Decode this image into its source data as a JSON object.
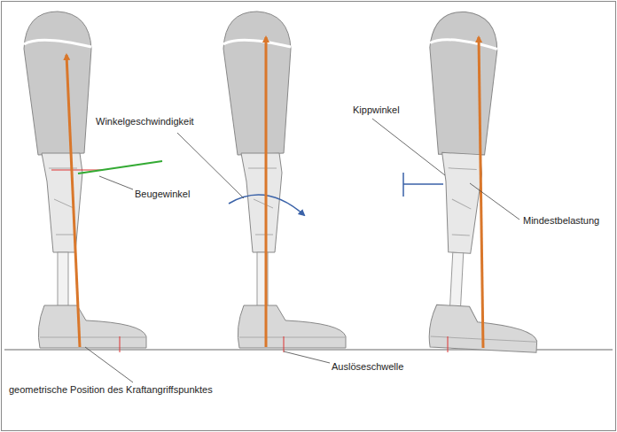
{
  "diagram": {
    "labels": [
      "Winkelgeschwindigkeit",
      "Kippwinkel",
      "Beugewinkel",
      "Mindestbelastung",
      "Auslöseschwelle",
      "geometrische Position des Kraftangriffspunktes"
    ]
  }
}
